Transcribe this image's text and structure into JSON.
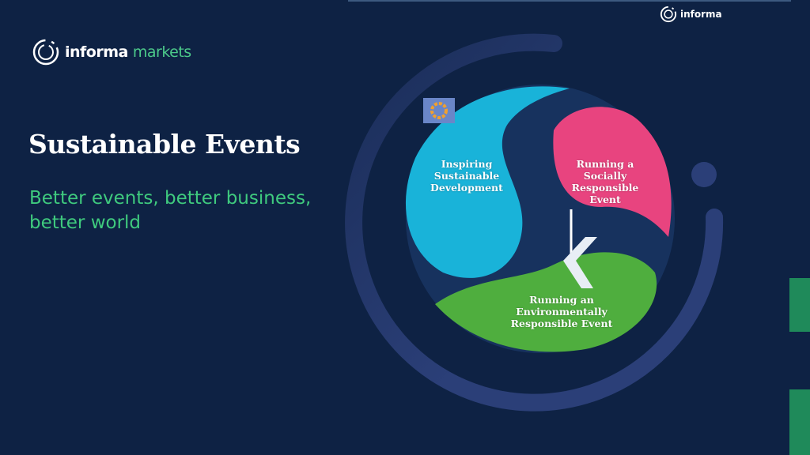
{
  "header": {
    "brand_primary": "informa",
    "brand_secondary": "markets",
    "corner_brand": "informa"
  },
  "main": {
    "title": "Sustainable Events",
    "subtitle": "Better events, better business, better world"
  },
  "diagram": {
    "segments": [
      {
        "label": "Inspiring Sustainable Development",
        "color": "#19b3d9"
      },
      {
        "label": "Running a Socially Responsible Event",
        "color": "#e8447f"
      },
      {
        "label": "Running an Environmentally Responsible Event",
        "color": "#4fae3e"
      }
    ]
  },
  "colors": {
    "background": "#0e2244",
    "accent_green": "#3fca7e",
    "ring": "#2b3f78"
  }
}
